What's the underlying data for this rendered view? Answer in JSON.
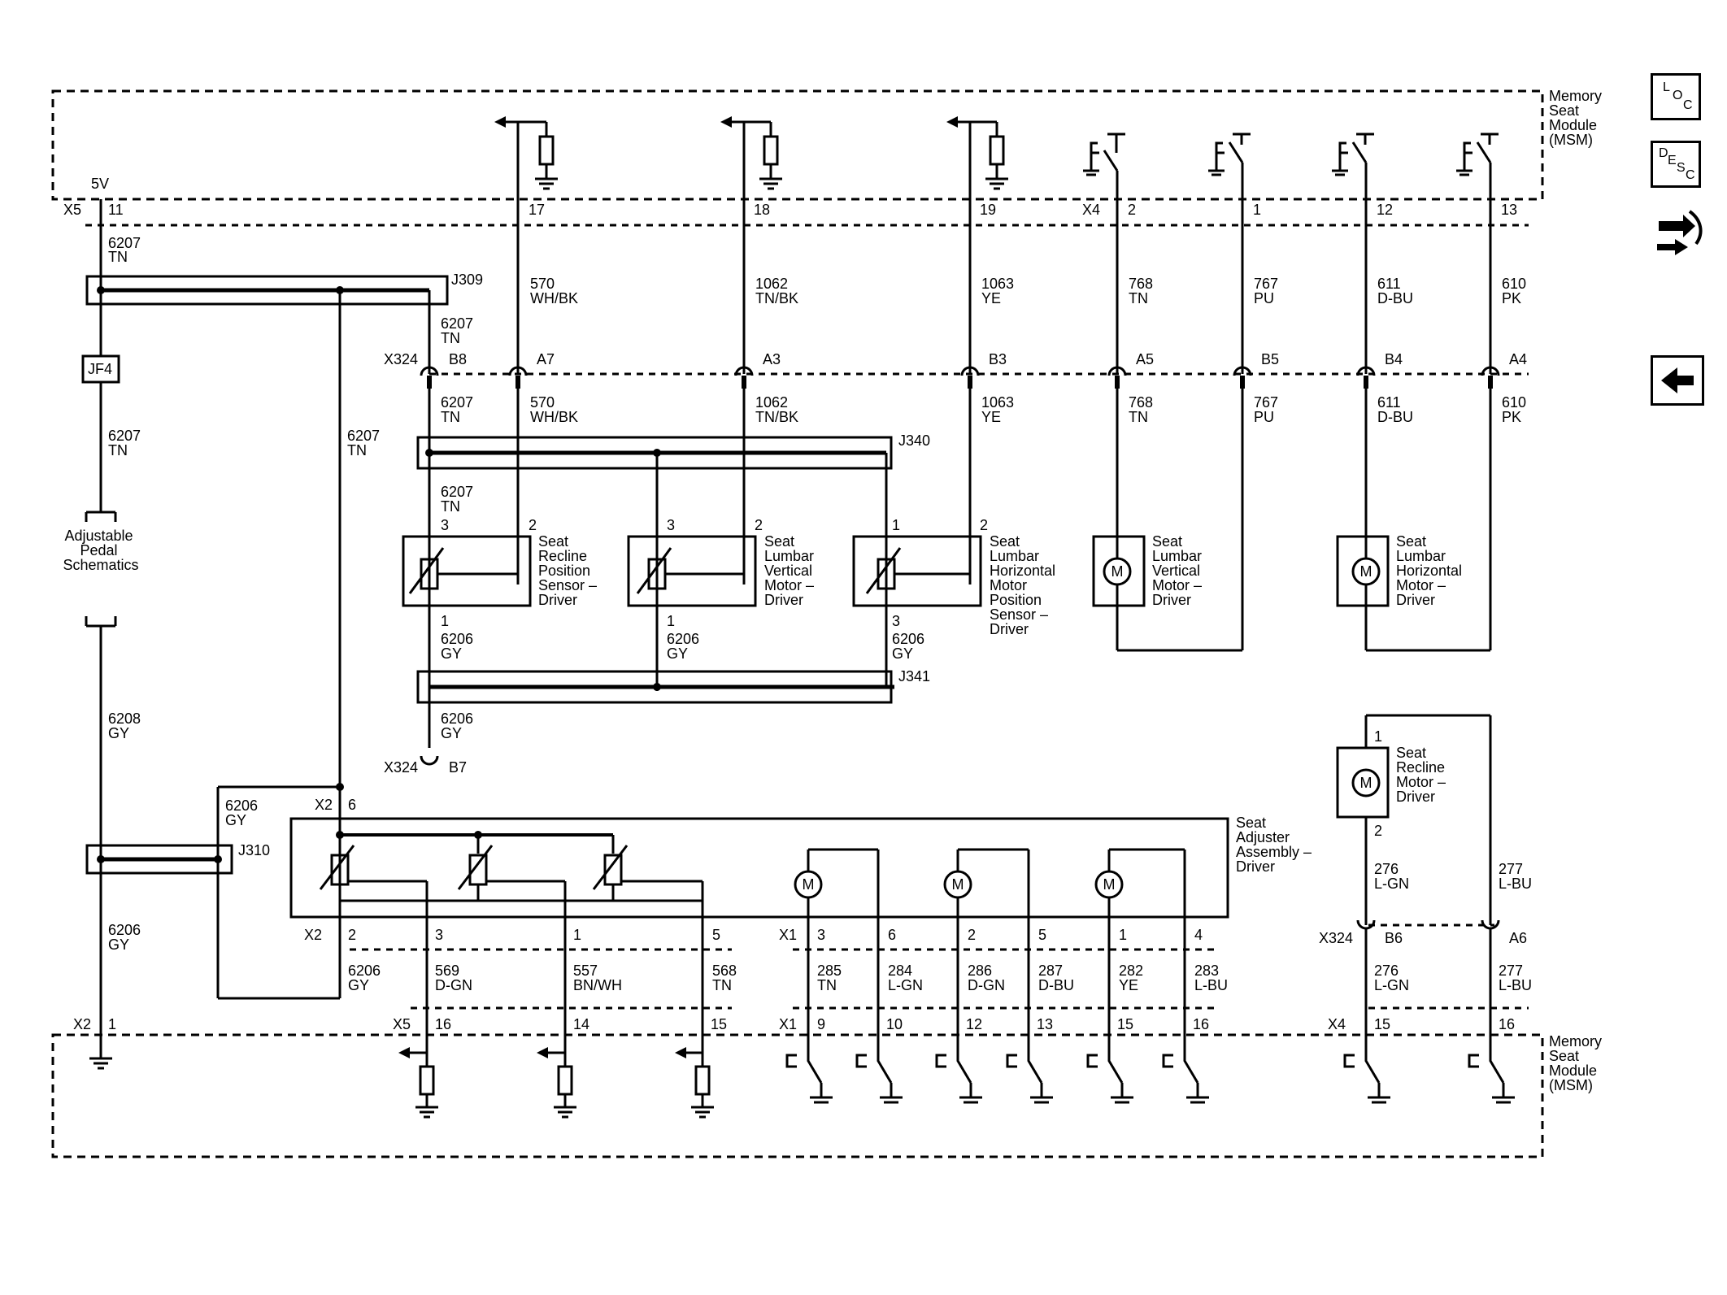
{
  "module": {
    "title": [
      "Memory",
      "Seat",
      "Module",
      "(MSM)"
    ]
  },
  "voltage": "5V",
  "connectors": {
    "x5": "X5",
    "x4": "X4",
    "x324": "X324",
    "x2": "X2",
    "x1": "X1"
  },
  "top_pins": [
    "11",
    "17",
    "18",
    "19",
    "2",
    "1",
    "12",
    "13"
  ],
  "upper_wires": [
    {
      "circuit": "570",
      "color": "WH/BK"
    },
    {
      "circuit": "1062",
      "color": "TN/BK"
    },
    {
      "circuit": "1063",
      "color": "YE"
    },
    {
      "circuit": "768",
      "color": "TN"
    },
    {
      "circuit": "767",
      "color": "PU"
    },
    {
      "circuit": "611",
      "color": "D-BU"
    },
    {
      "circuit": "610",
      "color": "PK"
    }
  ],
  "x324_pins": [
    "B8",
    "A7",
    "A3",
    "B3",
    "A5",
    "B5",
    "B4",
    "A4",
    "B7",
    "B6",
    "A6"
  ],
  "wire_6207": {
    "circuit": "6207",
    "color": "TN"
  },
  "wire_6206": {
    "circuit": "6206",
    "color": "GY"
  },
  "wire_6208": {
    "circuit": "6208",
    "color": "GY"
  },
  "splices": {
    "j309": "J309",
    "j340": "J340",
    "j341": "J341",
    "j310": "J310"
  },
  "fuse": "JF4",
  "pedal": [
    "Adjustable",
    "Pedal",
    "Schematics"
  ],
  "sensor_pins": [
    "3",
    "2",
    "1",
    "3",
    "2",
    "1",
    "1",
    "2",
    "3"
  ],
  "components": {
    "recline_sensor": [
      "Seat",
      "Recline",
      "Position",
      "Sensor –",
      "Driver"
    ],
    "lumbar_vert_motor": [
      "Seat",
      "Lumbar",
      "Vertical",
      "Motor –",
      "Driver"
    ],
    "lumbar_horiz_sensor": [
      "Seat",
      "Lumbar",
      "Horizontal",
      "Motor",
      "Position",
      "Sensor –",
      "Driver"
    ],
    "lumbar_vert_motor_right": [
      "Seat",
      "Lumbar",
      "Vertical",
      "Motor –",
      "Driver"
    ],
    "lumbar_horiz_motor": [
      "Seat",
      "Lumbar",
      "Horizontal",
      "Motor –",
      "Driver"
    ],
    "recline_motor": [
      "Seat",
      "Recline",
      "Motor –",
      "Driver"
    ],
    "adjuster": [
      "Seat",
      "Adjuster",
      "Assembly –",
      "Driver"
    ]
  },
  "motor_symbol": "M",
  "recline_motor_pins": [
    "1",
    "2"
  ],
  "x2_pin_6": "6",
  "x2_pins_lower": [
    "2",
    "3",
    "1",
    "5"
  ],
  "x1_pins_upper": [
    "3",
    "6",
    "2",
    "5",
    "1",
    "4"
  ],
  "lower_wires": [
    {
      "circuit": "6206",
      "color": "GY"
    },
    {
      "circuit": "569",
      "color": "D-GN"
    },
    {
      "circuit": "557",
      "color": "BN/WH"
    },
    {
      "circuit": "568",
      "color": "TN"
    },
    {
      "circuit": "285",
      "color": "TN"
    },
    {
      "circuit": "284",
      "color": "L-GN"
    },
    {
      "circuit": "286",
      "color": "D-GN"
    },
    {
      "circuit": "287",
      "color": "D-BU"
    },
    {
      "circuit": "282",
      "color": "YE"
    },
    {
      "circuit": "283",
      "color": "L-BU"
    }
  ],
  "recline_wires": [
    {
      "circuit": "276",
      "color": "L-GN"
    },
    {
      "circuit": "277",
      "color": "L-BU"
    }
  ],
  "x2_pin_1": "1",
  "x5_lower_pins": [
    "16",
    "14",
    "15"
  ],
  "x1_lower_pins": [
    "9",
    "10",
    "12",
    "13",
    "15",
    "16"
  ],
  "x4_lower_pins": [
    "15",
    "16"
  ],
  "sidebar": {
    "loc": [
      "L",
      "O",
      "C"
    ],
    "desc": [
      "D",
      "E",
      "S",
      "C"
    ],
    "loc_icon": "loc-icon",
    "desc_icon": "desc-icon",
    "connector_icon": "connector-tool-icon",
    "back_icon": "back-arrow-icon"
  }
}
